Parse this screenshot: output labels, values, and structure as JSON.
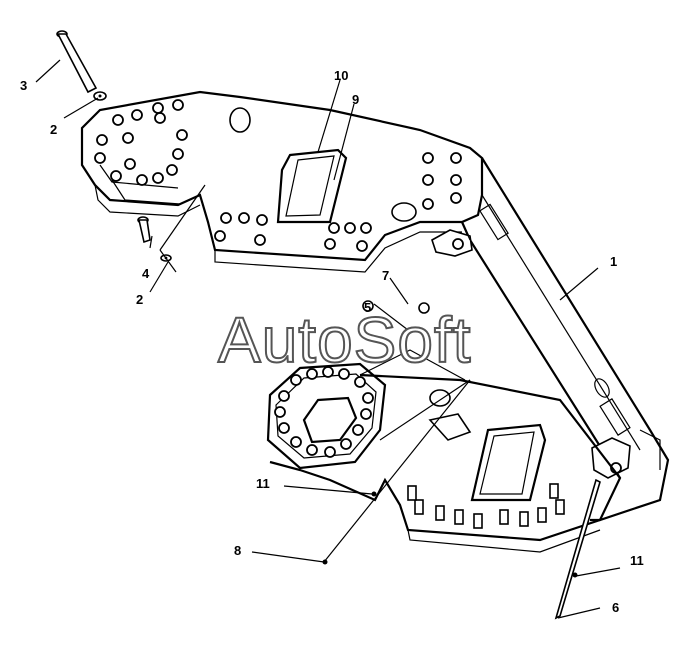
{
  "callouts": {
    "c1": "1",
    "c2a": "2",
    "c2b": "2",
    "c3": "3",
    "c4": "4",
    "c5": "5",
    "c6": "6",
    "c7": "7",
    "c8": "8",
    "c9": "9",
    "c10": "10",
    "c11a": "11",
    "c11b": "11"
  },
  "watermark": "AutoSoft"
}
